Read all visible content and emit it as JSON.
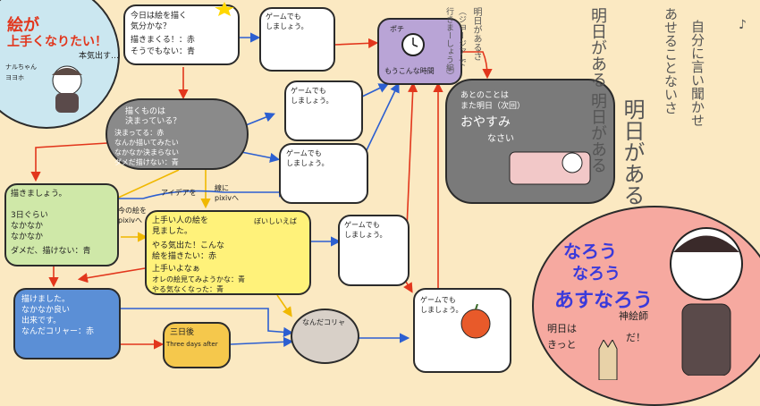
{
  "colors": {
    "background": "#fbe9c2",
    "arrow_red": "#e2361c",
    "arrow_blue": "#2c5fd1",
    "arrow_yellow": "#f0b800",
    "purple_panel": "#b9a4d6",
    "gray_panel": "#7a7a7a",
    "pink_bubble": "#f6a9a0",
    "blue_panel": "#5b8fd6",
    "yellow_panel": "#fff27a",
    "green_panel": "#cfe8a8"
  },
  "icons": [
    "wall-clock-icon",
    "cat-icon",
    "pencil-icon",
    "apple-icon",
    "ebi-shrimp-icon"
  ],
  "title_bubble": {
    "line1": "絵が",
    "line2": "上手くなりたい！",
    "side1": "本気出す…",
    "side2": "ナルちゃん",
    "side3": "ヨヨホ"
  },
  "p1": {
    "l1": "今日は絵を描く",
    "l2": "気分かな？",
    "l3": "描きまくる！：赤",
    "l4": "そうでもない：青"
  },
  "p_game": "ゲームでも\nしましょう。",
  "p_clock": {
    "l1": "ポチ",
    "l2": "もうこんな時間"
  },
  "p_gray": {
    "l1": "描くものは",
    "l2": "決まっている？",
    "l3": "決まってる：赤",
    "l4": "なんか描いてみたい",
    "l5": "なかなか決まらない",
    "l6": "ダメだ描けない：青"
  },
  "p_green": {
    "l1": "描きましょう。",
    "l2": "3日ぐらい",
    "l3": "なかなか",
    "l4": "なかなか",
    "l5": "ダメだ、描けない：青"
  },
  "labels": {
    "idea": "アイデアを",
    "pixiv": "線に\npixivへ",
    "pixiv2": "今の絵を\npixivへ"
  },
  "p_yellow": {
    "l1": "上手い人の絵を",
    "l2": "見ました。",
    "l3": "やる気出た！こんな",
    "l4": "絵を描きたい：赤",
    "l5": "上手いよなぁ",
    "l6": "オレの絵見てみようかな：青",
    "l7": "やる気なくなった：青",
    "side": "ぼいしいえば"
  },
  "p_blue": {
    "l1": "描けました。",
    "l2": "なかなか良い",
    "l3": "出来です。",
    "l4": "なんだコリャー：赤"
  },
  "p_three": {
    "l1": "三日後",
    "l2": "Three days after"
  },
  "p_nanda": "なんだコリャ",
  "p_sleep": {
    "l1": "あとのことは",
    "l2": "また明日（次回）",
    "l3": "おやすみ",
    "l4": "なさい"
  },
  "vertical": {
    "v1": "明日があるさ",
    "v2": "（ジョージア で",
    "v3": "行きまーしょう編）",
    "v4": "明日がある 明日がある",
    "v5": "明日があるさ",
    "v6": "あせることないさ",
    "v7": "自分に言い聞かせ",
    "v8": "♪"
  },
  "pink": {
    "l1": "なろう",
    "l2": "なろう",
    "l3": "あすなろう",
    "l4": "明日は",
    "l5": "きっと",
    "l6": "神絵師",
    "l7": "だ！"
  }
}
